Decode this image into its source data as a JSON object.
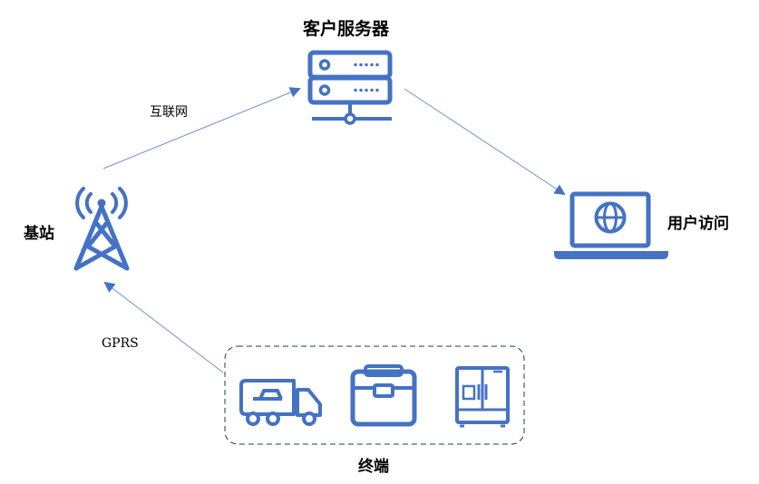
{
  "labels": {
    "server": "客户服务器",
    "user_access": "用户访问",
    "base_station": "基站",
    "terminal": "终端",
    "internet": "互联网",
    "gprs": "GPRS"
  },
  "icons": {
    "server": "server-icon",
    "laptop": "laptop-globe-icon",
    "tower": "cell-tower-icon",
    "truck": "truck-icon",
    "cooler": "cooler-box-icon",
    "fridge": "refrigerator-icon"
  },
  "colors": {
    "icon": "#4472c4",
    "arrow": "#6f93cd",
    "text": "#000000"
  }
}
